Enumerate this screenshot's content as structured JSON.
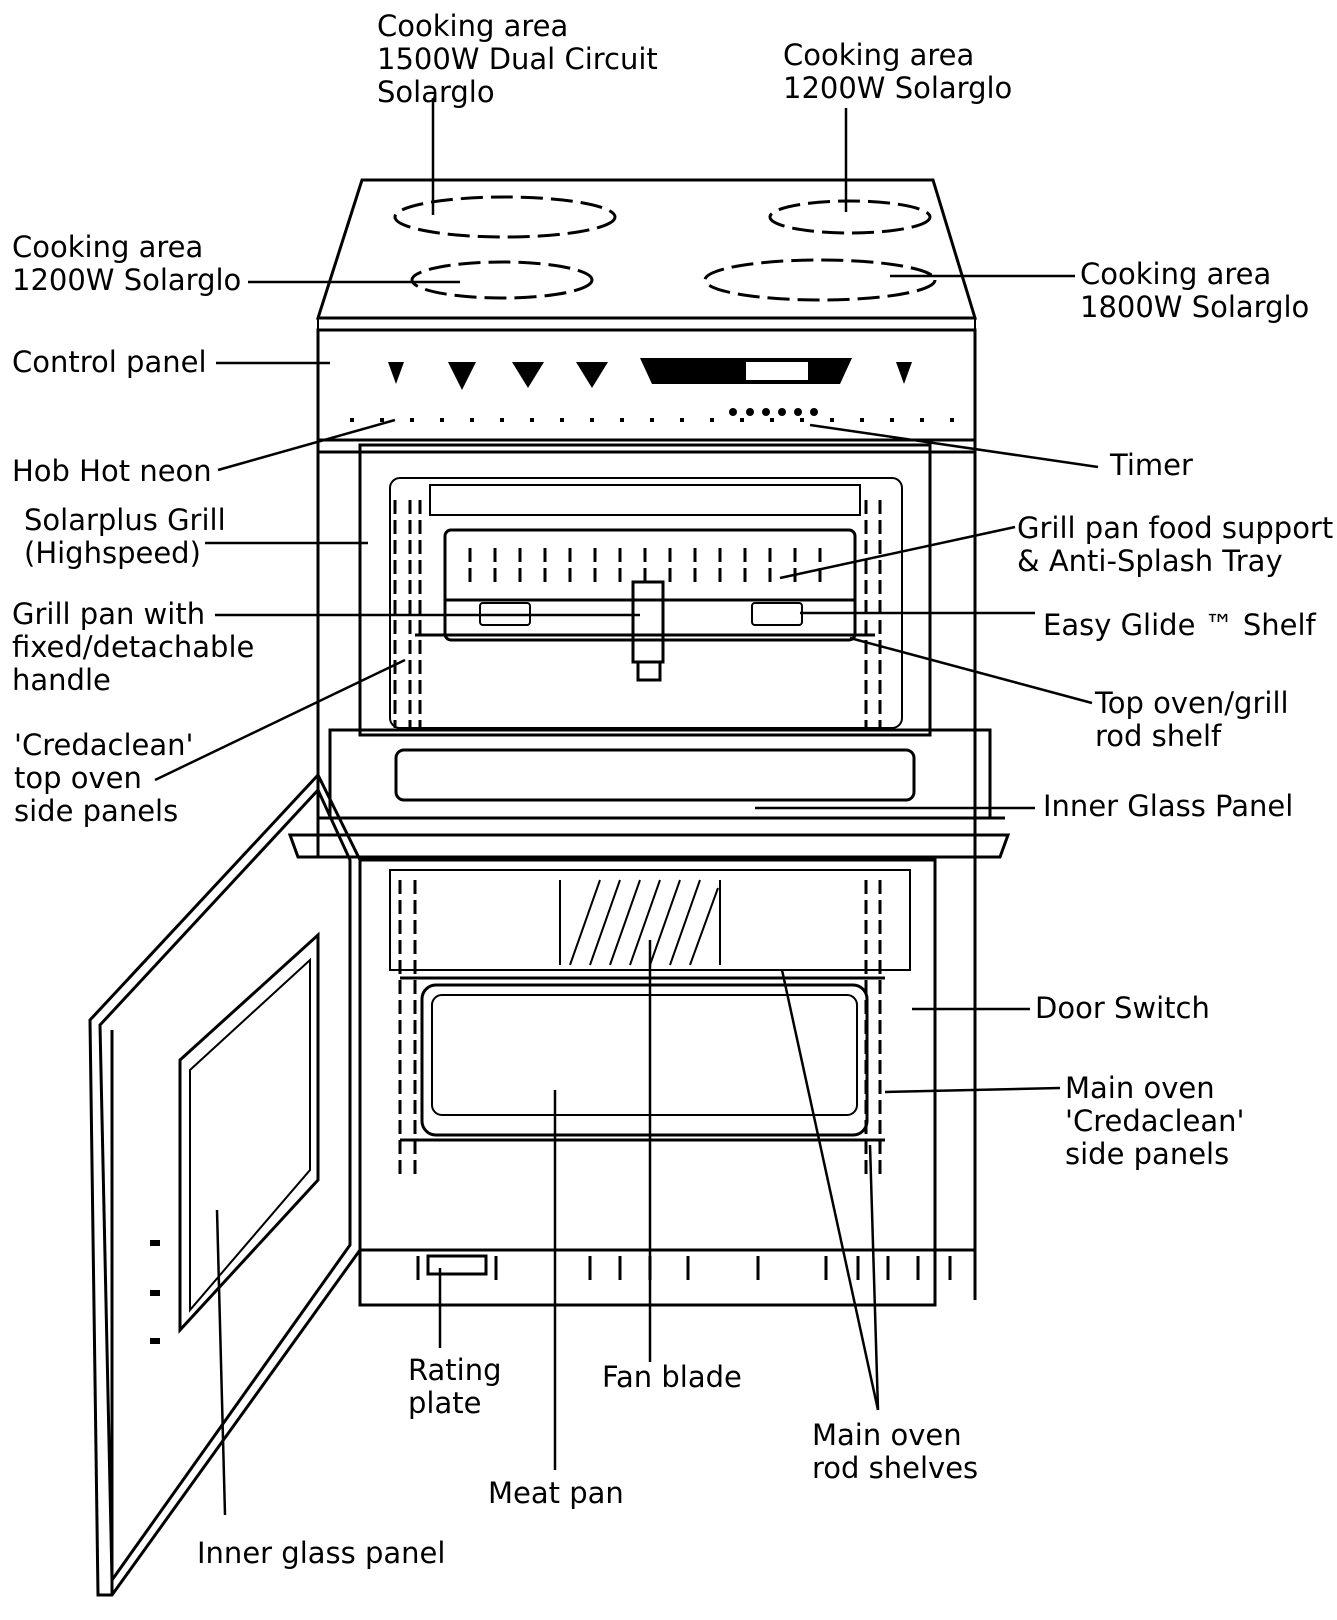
{
  "labels": {
    "cooking_area_1500": [
      "Cooking area",
      "1500W Dual Circuit",
      "Solarglo"
    ],
    "cooking_area_1200_top": [
      "Cooking area",
      "1200W Solarglo"
    ],
    "cooking_area_1200_left": [
      "Cooking area",
      "1200W Solarglo"
    ],
    "cooking_area_1800": [
      "Cooking area",
      "1800W Solarglo"
    ],
    "control_panel": [
      "Control panel"
    ],
    "hob_hot_neon": [
      "Hob Hot neon"
    ],
    "timer": [
      "Timer"
    ],
    "solarplus_grill": [
      "Solarplus Grill",
      "(Highspeed)"
    ],
    "grill_pan_food_support": [
      "Grill pan food support",
      "& Anti-Splash Tray"
    ],
    "grill_pan_handle": [
      "Grill pan with",
      "fixed/detachable",
      "handle"
    ],
    "easy_glide_shelf": [
      "Easy Glide ™ Shelf"
    ],
    "top_oven_rod_shelf": [
      "Top oven/grill",
      "rod shelf"
    ],
    "credaclean_top": [
      "'Credaclean'",
      "top oven",
      "side panels"
    ],
    "inner_glass_panel_top": [
      "Inner Glass Panel"
    ],
    "door_switch": [
      "Door Switch"
    ],
    "main_oven_credaclean": [
      "Main oven",
      "'Credaclean'",
      "side panels"
    ],
    "rating_plate": [
      "Rating",
      "plate"
    ],
    "fan_blade": [
      "Fan blade"
    ],
    "main_oven_rod_shelves": [
      "Main oven",
      "rod shelves"
    ],
    "meat_pan": [
      "Meat pan"
    ],
    "inner_glass_panel_door": [
      "Inner glass panel"
    ]
  }
}
